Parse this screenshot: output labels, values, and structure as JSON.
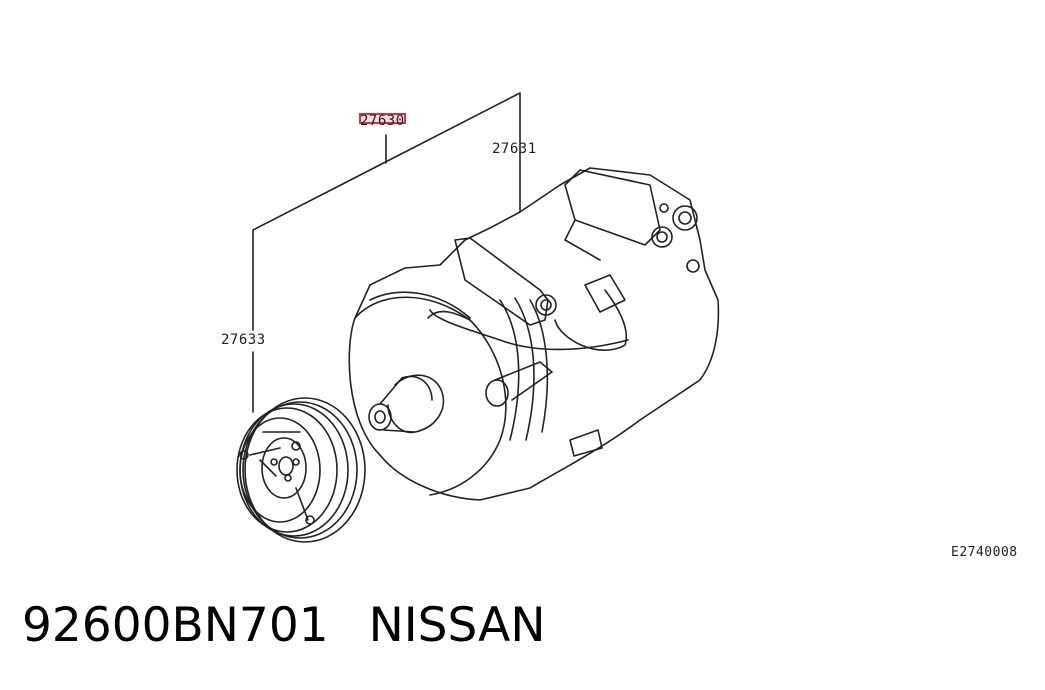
{
  "diagram": {
    "callouts": {
      "assembly": "27630",
      "compressor": "27631",
      "clutch": "27633"
    },
    "illustration_code": "E2740008",
    "highlight_color": "#e0303a"
  },
  "footer": {
    "part_number": "92600BN701",
    "brand": "NISSAN"
  }
}
